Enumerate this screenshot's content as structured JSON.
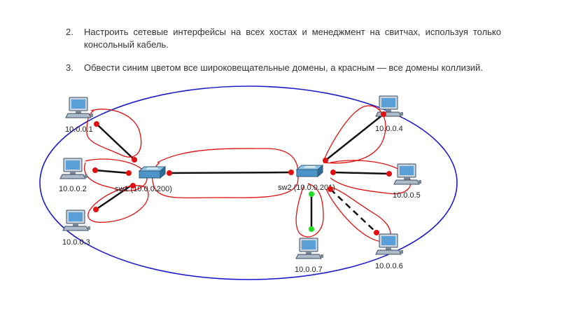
{
  "tasks": [
    {
      "number": "2.",
      "text": "Настроить сетевые интерфейсы на всех хостах и менеджмент на свитчах, используя только консольный кабель."
    },
    {
      "number": "3.",
      "text": "Обвести синим цветом все широковещательные домены, а красным — все домены коллизий."
    }
  ],
  "diagram": {
    "hosts": [
      {
        "id": "host1",
        "label": "10.0.0.1"
      },
      {
        "id": "host2",
        "label": "10.0.0.2"
      },
      {
        "id": "host3",
        "label": "10.0.0.3"
      },
      {
        "id": "host4",
        "label": "10.0.0.4"
      },
      {
        "id": "host5",
        "label": "10.0.0.5"
      },
      {
        "id": "host6",
        "label": "10.0.0.6"
      },
      {
        "id": "host7",
        "label": "10.0.0.7"
      }
    ],
    "switches": [
      {
        "id": "sw1",
        "label": "sw1 (10.0.0.200)"
      },
      {
        "id": "sw2",
        "label": "sw2 (10.0.0.201)"
      }
    ],
    "colors": {
      "broadcast_domain": "#1c1ccc",
      "collision_domain": "#e01010",
      "link": "#111111",
      "port_down": "#e01010",
      "port_up": "#22dd22"
    }
  }
}
